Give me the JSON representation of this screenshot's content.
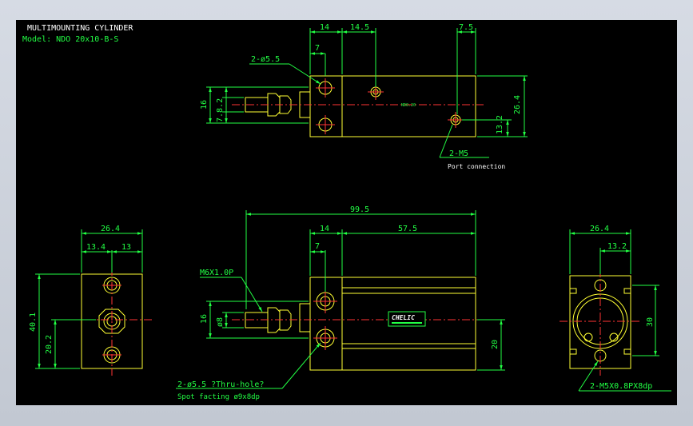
{
  "title": "MULTIMOUNTING CYLINDER",
  "model": "Model: NDO 20x10-B-S",
  "colors": {
    "background": "#000000",
    "dimension": "#22ff44",
    "part": "#ffff33",
    "centerline": "#ff3333",
    "text_white": "#ffffff"
  },
  "top_view": {
    "dim_14": "14",
    "dim_14_5": "14.5",
    "dim_7_5": "7.5",
    "dim_7": "7",
    "hole_note": "2-ø5.5",
    "dim_16": "16",
    "dim_7_8_2": "7.8.2",
    "dim_26_4": "26.4",
    "dim_13_2": "13.2",
    "port_note": "2-M5",
    "port_caption": "Port connection",
    "body_label": "NDO.20"
  },
  "front_view": {
    "dim_99_5": "99.5",
    "dim_14": "14",
    "dim_57_5": "57.5",
    "dim_7": "7",
    "thread_note": "M6X1.0P",
    "dim_16": "16",
    "dim_phi8": "ø8",
    "dim_20": "20",
    "hole_note": "2-ø5.5 ?Thru-hole?",
    "spot_note": "Spot facting   ø9x8dp",
    "brand": "CHELIC"
  },
  "left_view": {
    "dim_26_4": "26.4",
    "dim_13_4": "13.4",
    "dim_13": "13",
    "dim_40_1": "40.1",
    "dim_20_2": "20.2"
  },
  "right_view": {
    "dim_26_4": "26.4",
    "dim_13_2": "13.2",
    "dim_30": "30",
    "thread_note": "2-M5X0.8PX8dp"
  }
}
